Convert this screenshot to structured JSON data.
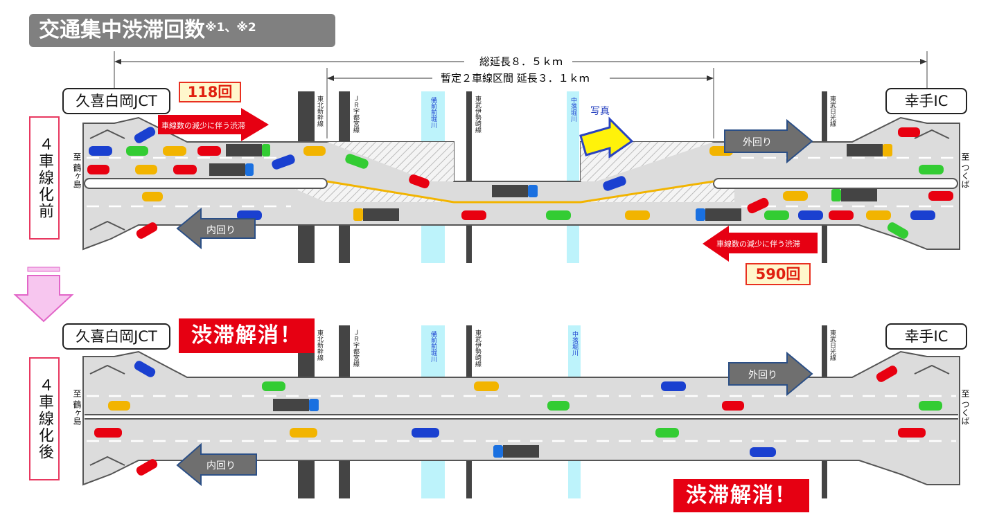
{
  "header": {
    "title": "交通集中渋滞回数",
    "note": "※1、※2"
  },
  "dimensions": {
    "total_length": "総延長８．５ｋｍ",
    "provisional": "暫定２車線区間 延長３．１ｋｍ"
  },
  "interchanges": {
    "left": "久喜白岡JCT",
    "right": "幸手IC"
  },
  "destinations": {
    "left": "至 鶴ヶ島",
    "right": "至 つくば"
  },
  "phases": {
    "before": "４車線化前",
    "after": "４車線化後"
  },
  "counts": {
    "left": "118回",
    "right": "590回"
  },
  "arrows": {
    "outer": "外回り",
    "inner": "内回り",
    "jam_top": "車線数の減少に伴う渋滞",
    "jam_bottom": "車線数の減少に伴う渋滞",
    "photo": "写真"
  },
  "crossings": [
    {
      "name": "東北新幹線"
    },
    {
      "name": "ＪＲ宇都宮線"
    },
    {
      "name": "備前前堀川"
    },
    {
      "name": "東武伊勢崎線"
    },
    {
      "name": "中落堀川"
    },
    {
      "name": "東武日光線"
    }
  ],
  "resolved": {
    "label": "渋滞解消！"
  },
  "colors": {
    "road": "#dcdcdc",
    "road_edge": "#555555",
    "water": "#bdf3fb",
    "rail": "#333333",
    "highlight": "#f2b400",
    "alert_red": "#e60012",
    "arrow_gray": "#6f6f6f",
    "arrow_border": "#2b4f86"
  }
}
